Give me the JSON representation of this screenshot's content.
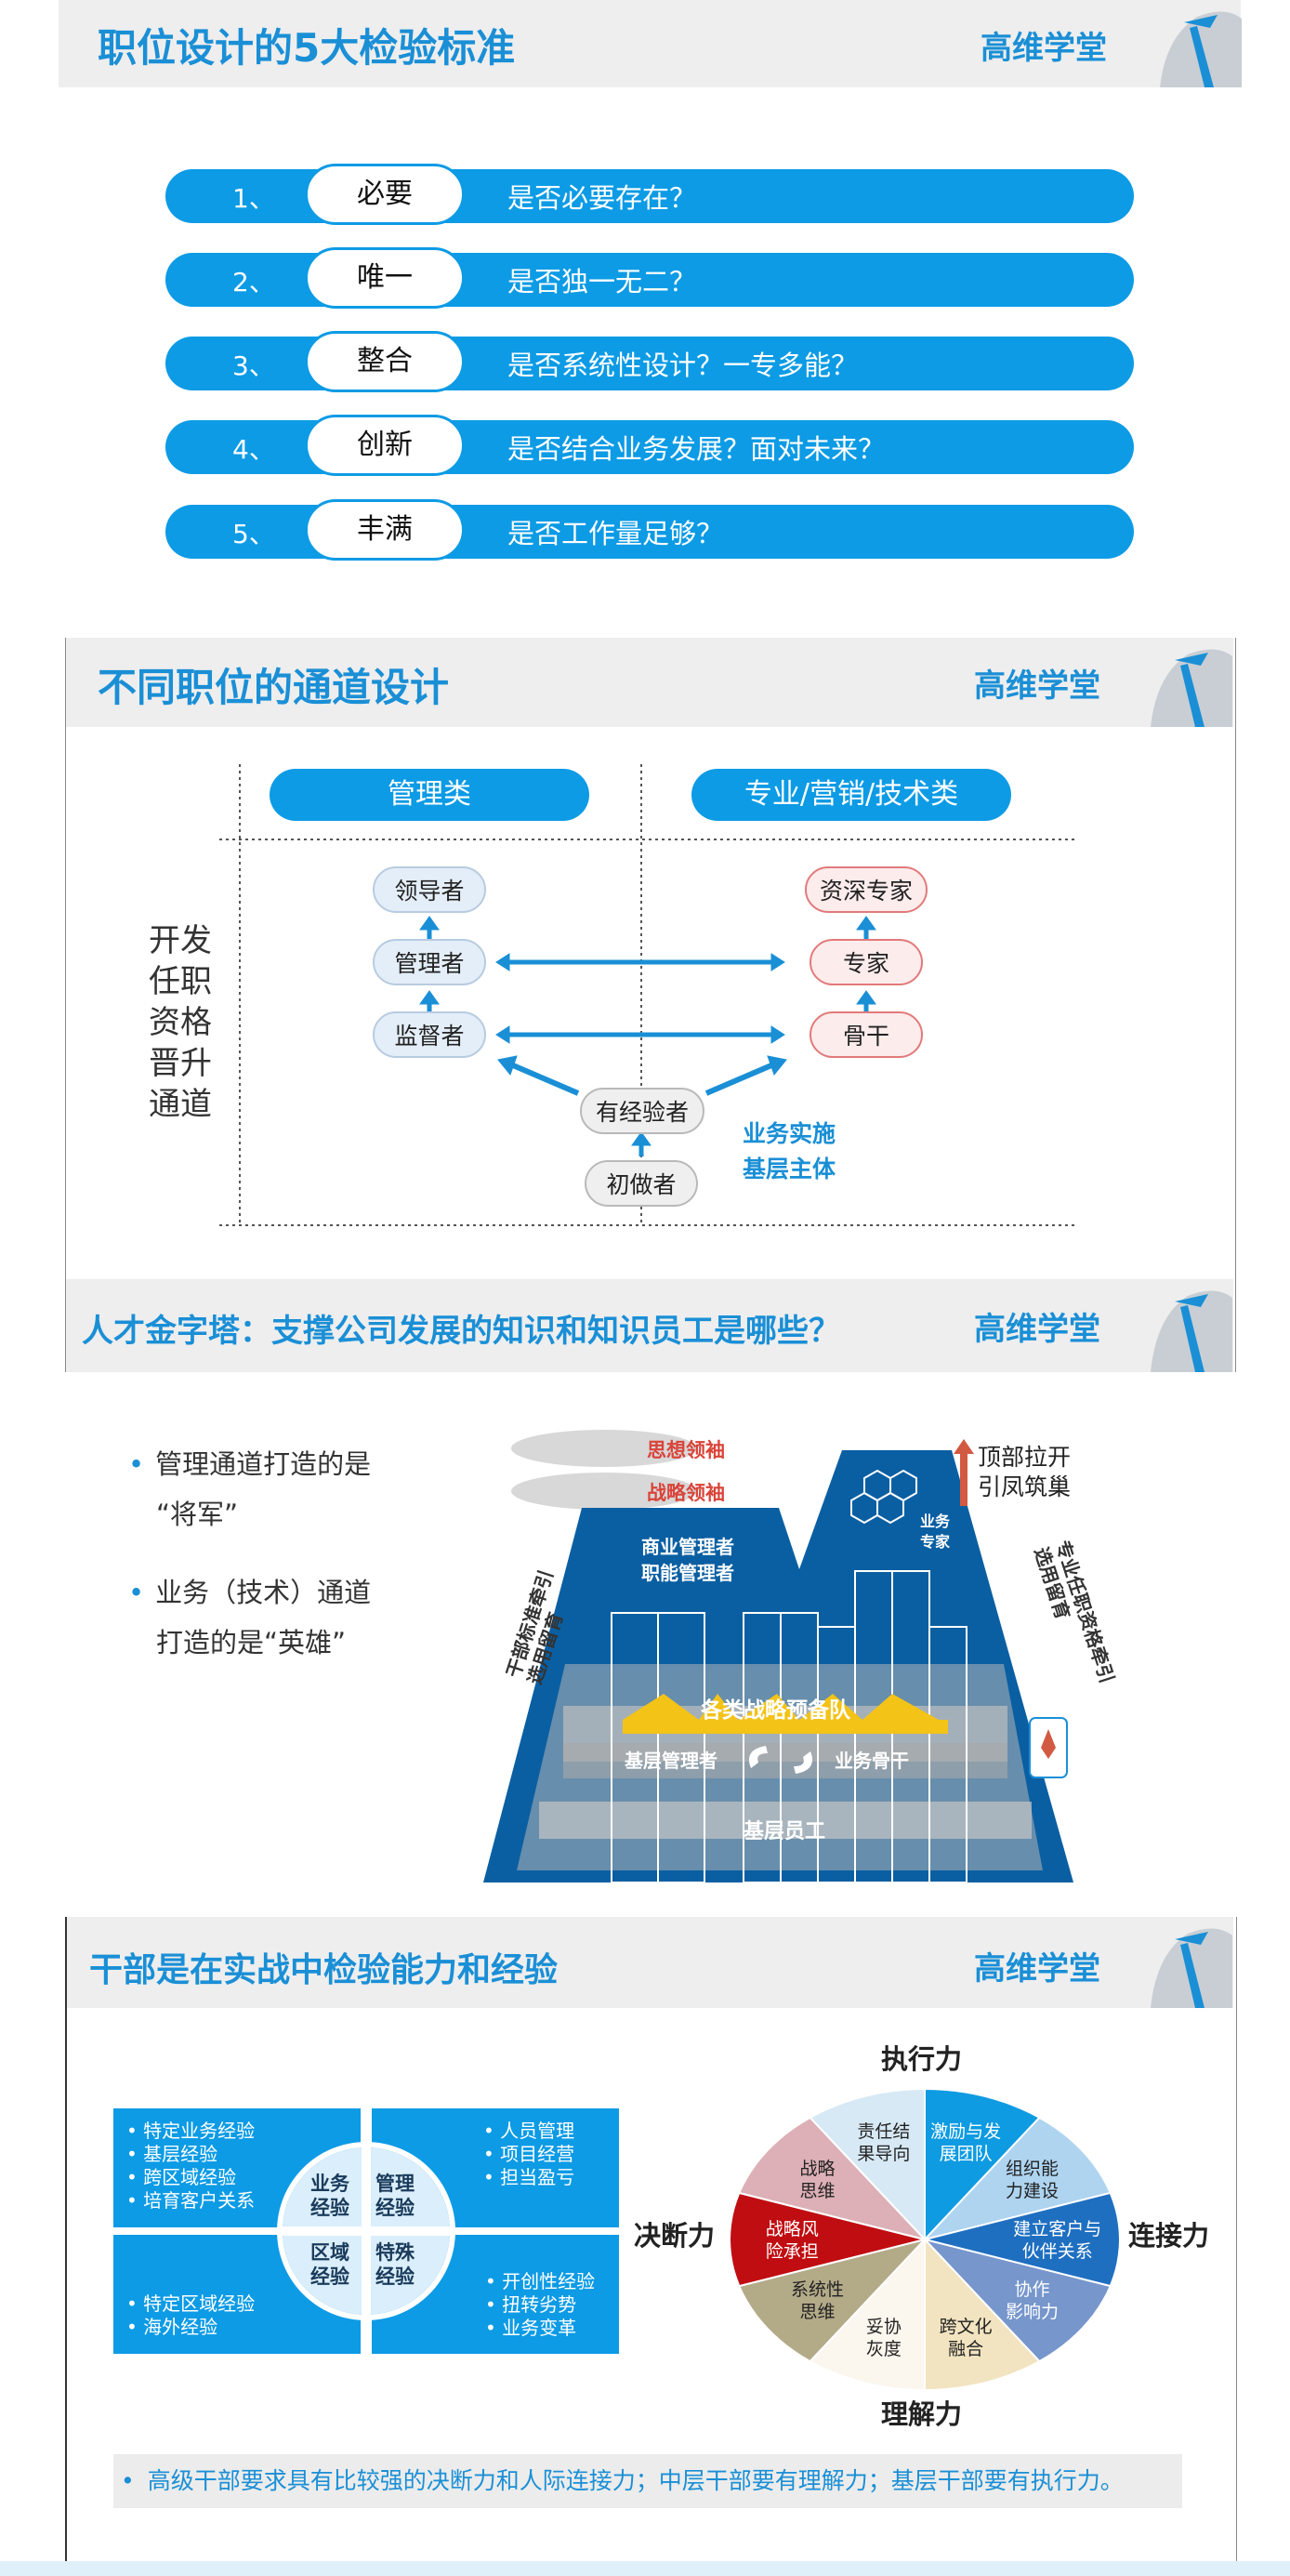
{
  "section1": {
    "title": "职位设计的5大检验标准",
    "brand": "高维学堂",
    "rows": [
      {
        "num": "1、",
        "key": "必要",
        "question": "是否必要存在？"
      },
      {
        "num": "2、",
        "key": "唯一",
        "question": "是否独一无二？"
      },
      {
        "num": "3、",
        "key": "整合",
        "question": "是否系统性设计？一专多能？"
      },
      {
        "num": "4、",
        "key": "创新",
        "question": "是否结合业务发展？面对未来？"
      },
      {
        "num": "5、",
        "key": "丰满",
        "question": "是否工作量足够？"
      }
    ]
  },
  "section2": {
    "title": "不同职位的通道设计",
    "brand": "高维学堂",
    "header_mgmt": "管理类",
    "header_prof": "专业/营销/技术类",
    "side_text": [
      "开发",
      "任职",
      "资格",
      "晋升",
      "通道"
    ],
    "nodes": {
      "leader": "领导者",
      "manager": "管理者",
      "supervisor": "监督者",
      "senior_expert": "资深专家",
      "expert": "专家",
      "backbone": "骨干",
      "experienced": "有经验者",
      "beginner": "初做者"
    },
    "note_line1": "业务实施",
    "note_line2": "基层主体"
  },
  "section3": {
    "title": "人才金字塔：支撑公司发展的知识和知识员工是哪些？",
    "brand": "高维学堂",
    "bullets": [
      {
        "line1": "管理通道打造的是",
        "line2": "“将军”"
      },
      {
        "line1": "业务（技术）通道",
        "line2": "打造的是“英雄”"
      }
    ],
    "clouds": [
      "思想领袖",
      "战略领袖"
    ],
    "top_right": [
      "顶部拉开",
      "引凤筑巢"
    ],
    "left_side": [
      "干部标准牵引",
      "选用留育"
    ],
    "right_side": [
      "专业任职资格牵引",
      "选用留育"
    ],
    "biz_mgr": [
      "商业管理者",
      "职能管理者"
    ],
    "expert": [
      "业务",
      "专家"
    ],
    "reserve": "各类战略预备队",
    "base_mgr": "基层管理者",
    "biz_backbone": "业务骨干",
    "base_staff": "基层员工"
  },
  "section4": {
    "title": "干部是在实战中检验能力和经验",
    "brand": "高维学堂",
    "quad_tl": [
      "特定业务经验",
      "基层经验",
      "跨区域经验",
      "培育客户关系"
    ],
    "quad_tr": [
      "人员管理",
      "项目经营",
      "担当盈亏"
    ],
    "quad_bl": [
      "特定区域经验",
      "海外经验"
    ],
    "quad_br": [
      "开创性经验",
      "扭转劣势",
      "业务变革"
    ],
    "circle": [
      "业务\n经验",
      "管理\n经验",
      "区域\n经验",
      "特殊\n经验"
    ],
    "circle_lines": {
      "biz": [
        "业务",
        "经验"
      ],
      "mgmt": [
        "管理",
        "经验"
      ],
      "region": [
        "区域",
        "经验"
      ],
      "special": [
        "特殊",
        "经验"
      ]
    },
    "axis": {
      "top": "执行力",
      "left": "决断力",
      "right": "连接力",
      "bottom": "理解力"
    },
    "segments": [
      {
        "lines": [
          "责任结",
          "果导向"
        ],
        "color": "#d7e9f5"
      },
      {
        "lines": [
          "激励与发",
          "展团队"
        ],
        "color": "#0e9be2"
      },
      {
        "lines": [
          "组织能",
          "力建设"
        ],
        "color": "#aed4f0"
      },
      {
        "lines": [
          "建立客户与",
          "伙伴关系"
        ],
        "color": "#1f6fc1"
      },
      {
        "lines": [
          "协作",
          "影响力"
        ],
        "color": "#7696cc"
      },
      {
        "lines": [
          "跨文化",
          "融合"
        ],
        "color": "#f2e4c0"
      },
      {
        "lines": [
          "妥协",
          "灰度"
        ],
        "color": "#fbf6ee"
      },
      {
        "lines": [
          "系统性",
          "思维"
        ],
        "color": "#b3aa88"
      },
      {
        "lines": [
          "战略风",
          "险承担"
        ],
        "color": "#c00d11"
      },
      {
        "lines": [
          "战略",
          "思维"
        ],
        "color": "#dcb0b6"
      }
    ],
    "note": "高级干部要求具有比较强的决断力和人际连接力；中层干部要有理解力；基层干部要有执行力。"
  }
}
